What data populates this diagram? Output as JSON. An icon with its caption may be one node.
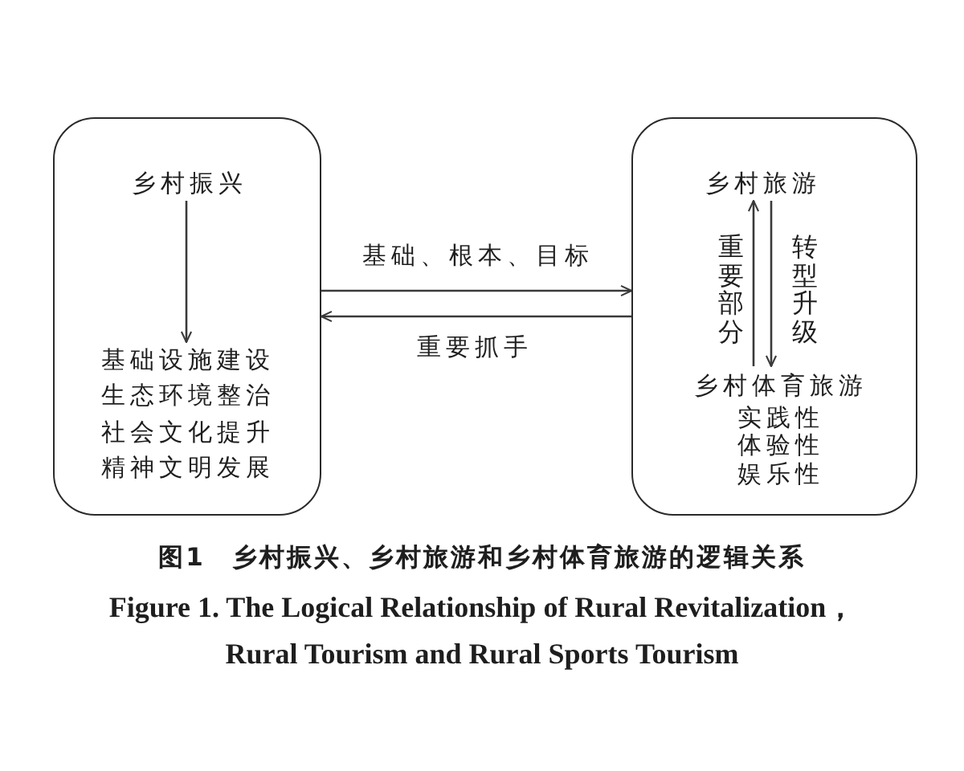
{
  "diagram": {
    "caption": "图1　乡村振兴、乡村旅游和乡村体育旅游的逻辑关系",
    "nodes": [
      {
        "text": [],
        "shape": "box"
      },
      {
        "text": [
          "乡村振兴"
        ],
        "in": 0
      },
      {
        "text": [
          "基础设施建设",
          "生态环境整治",
          "社会文化提升",
          "精神文明发展"
        ],
        "in": 0
      },
      {
        "text": [],
        "shape": "box"
      },
      {
        "text": [
          "乡村旅游"
        ],
        "in": 3
      },
      {
        "text": [
          "乡村体育旅游",
          "实践性",
          "体验性",
          "娱乐性"
        ],
        "in": 3
      }
    ],
    "edges": [
      {
        "from": 1,
        "to": 2,
        "arrow": "to"
      },
      {
        "from": 0,
        "to": 3,
        "arrow": "to",
        "label": "基础、根本、目标"
      },
      {
        "from": 3,
        "to": 0,
        "arrow": "to",
        "label": "重要抓手"
      },
      {
        "from": 5,
        "to": 4,
        "arrow": "to",
        "label": "重要部分"
      },
      {
        "from": 4,
        "to": 5,
        "arrow": "to",
        "label": "转型升级"
      }
    ],
    "labels": [
      "Figure 1. The Logical Relationship of Rural Revitalization， Rural Tourism and Rural Sports Tourism"
    ]
  }
}
